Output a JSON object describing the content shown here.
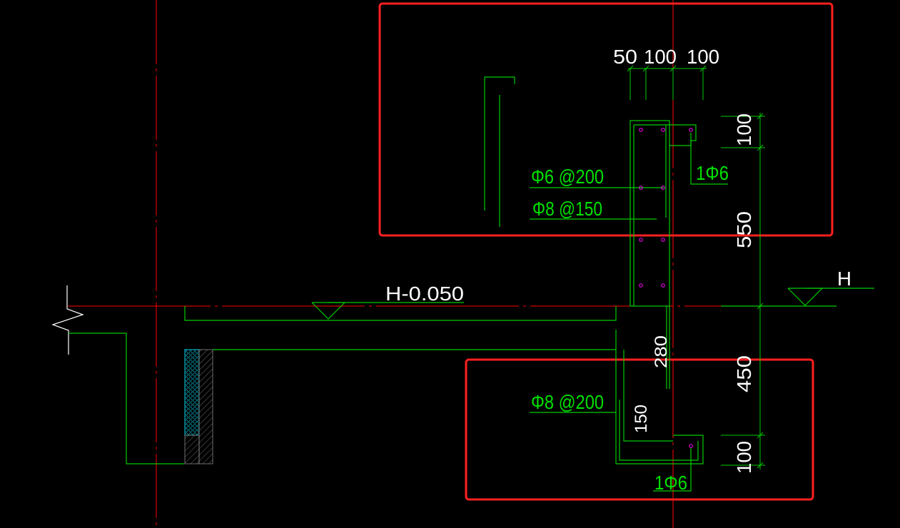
{
  "colors": {
    "background": "#000000",
    "axis": "#ff0000",
    "geometry": "#00cc00",
    "dimension": "#00cc00",
    "dim_text": "#ffffff",
    "label_text": "#00e000",
    "rebar_dot": "#ff00ff",
    "highlight_box": "#ff2020",
    "insulation": "#00c8e0",
    "masonry_hatch": "#808080"
  },
  "dimensions": {
    "top_50": "50",
    "top_100a": "100",
    "top_100b": "100",
    "right_100_top": "100",
    "right_550": "550",
    "right_450": "450",
    "right_100_bottom": "100",
    "wall_280": "280",
    "footing_150": "150"
  },
  "labels": {
    "rebar_top": "1Φ6",
    "stirrup_top": "Φ6 @200",
    "vertical_top": "Φ8 @150",
    "vertical_bottom": "Φ8 @200",
    "rebar_bottom": "1Φ6",
    "elevation_floor": "H-0.050",
    "elevation_right": "H"
  }
}
